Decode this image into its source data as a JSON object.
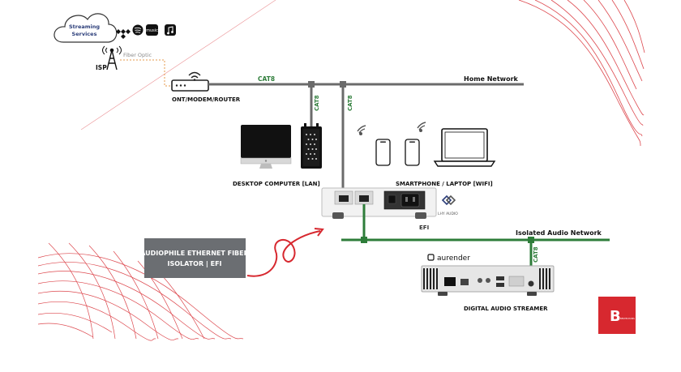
{
  "cloud": {
    "line1": "Streaming",
    "line2": "Services"
  },
  "service_icons": [
    "tidal-icon",
    "spotify-icon",
    "amazon-music-icon",
    "apple-music-icon"
  ],
  "service_music_label": "music",
  "isp": {
    "label": "ISP",
    "link_label": "Fiber Optic"
  },
  "router": {
    "label": "ONT/MODEM/ROUTER"
  },
  "home": {
    "cat8_label": "CAT8",
    "network_label": "Home Network"
  },
  "drops": {
    "left_label": "CAT8",
    "right_label": "CAT8"
  },
  "desktop": {
    "label": "DESKTOP COMPUTER [LAN]"
  },
  "mobile": {
    "label": "SMARTPHONE / LAPTOP [WIFI]"
  },
  "efi": {
    "name": "EFI",
    "brand": "LHY AUDIO"
  },
  "isolated": {
    "network_label": "Isolated Audio Network",
    "cat8_label": "CAT8"
  },
  "callout": {
    "line1": "AUDIOPHILE ETHERNET FIBER",
    "line2": "ISOLATOR | EFI"
  },
  "streamer": {
    "brand": "aurender",
    "label": "DIGITAL AUDIO STREAMER"
  },
  "logo": {
    "letter": "B",
    "sub": "BESTECHUMS"
  },
  "colors": {
    "network_gray": "#6b6b6b",
    "cat_green": "#2e7d3a",
    "accent_red": "#d7282f",
    "fiber_orange": "#e59a4b",
    "callout_gray": "#6b6e72"
  }
}
